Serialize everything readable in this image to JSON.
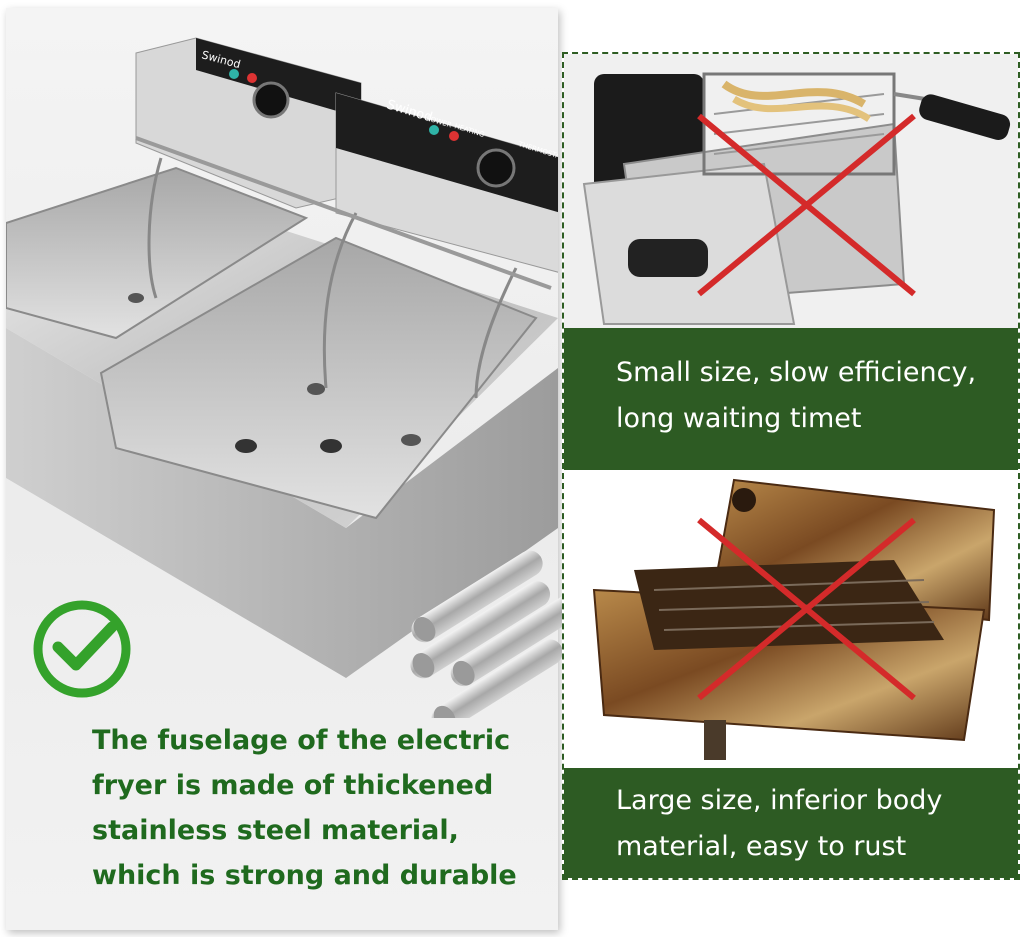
{
  "product_panel": {
    "caption_lines": [
      "The fuselage of the electric",
      "fryer is made of thickened",
      "stainless steel material,",
      "which is strong and durable"
    ],
    "brand_label": "Swinod",
    "control_labels": [
      "POWER",
      "HEATING",
      "THERMOSTAT"
    ],
    "check_icon": "check-circle-icon",
    "check_color": "#34a22b"
  },
  "comparisons": [
    {
      "caption_lines": [
        "Small size, slow efficiency,",
        "long waiting timet"
      ],
      "mark_icon": "red-x-icon"
    },
    {
      "caption_lines": [
        "Large size, inferior body",
        "material, easy to rust"
      ],
      "mark_icon": "red-x-icon"
    }
  ],
  "colors": {
    "caption_green": "#1f6a1e",
    "band_green": "#2d5b23",
    "x_red": "#d42a2a",
    "check_green": "#34a22b"
  }
}
